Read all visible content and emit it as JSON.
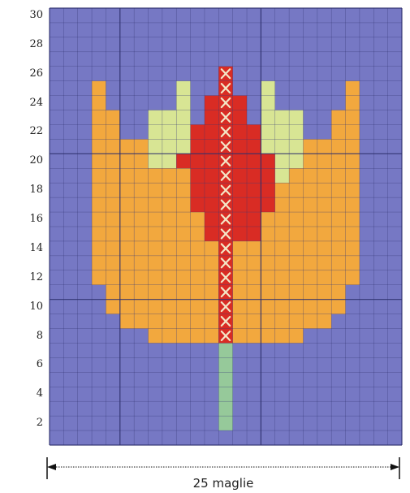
{
  "chart_data": {
    "type": "heatmap",
    "title": "",
    "columns": 25,
    "rows": 30,
    "width_label": "25 maglie",
    "row_labels": [
      "2",
      "4",
      "6",
      "8",
      "10",
      "12",
      "14",
      "16",
      "18",
      "20",
      "22",
      "24",
      "26",
      "28",
      "30"
    ],
    "colors": {
      "background": "#7678c4",
      "orange": "#f2a83e",
      "red": "#d92c24",
      "light_green": "#d8e594",
      "stem_green": "#96c99a",
      "grid": "#2e2f6b",
      "cross": "#f3e6c6"
    },
    "legend": {
      "O": "orange",
      "R": "red",
      "L": "light_green",
      "S": "stem_green",
      "X": "red with cross stitch"
    },
    "pattern": [
      "............X............",
      "...O.....L..X..L.....O...",
      "...O.....L.RXR.L.....O...",
      "...OO..LLL.RXR.LLL..OO...",
      "...OO..LLLRRXRRLLL..OO...",
      "...OOOOLLLRRXRRLLLOOOO...",
      "...OOOOLLRRRXRRRLLOOOO...",
      "...OOOOOOORRXRRRLOOOOO...",
      "...OOOOOOORRXRRROOOOOO...",
      "...OOOOOOORRXRRROOOOOO...",
      "...OOOOOOOORXRROOOOOOO...",
      "...OOOOOOOORXRROOOOOOO...",
      "...OOOOOOOOOXOOOOOOOOO...",
      "...OOOOOOOOOXOOOOOOOOO...",
      "...OOOOOOOOOXOOOOOOOOO...",
      "....OOOOOOOOXOOOOOOOO....",
      "....OOOOOOOOXOOOOOOOO....",
      ".....OOOOOOOXOOOOOOO.....",
      ".......OOOOOXOOOOO.......",
      "............S............",
      "............S............",
      "............S............",
      "............S............",
      "............S............",
      "............S............"
    ]
  }
}
